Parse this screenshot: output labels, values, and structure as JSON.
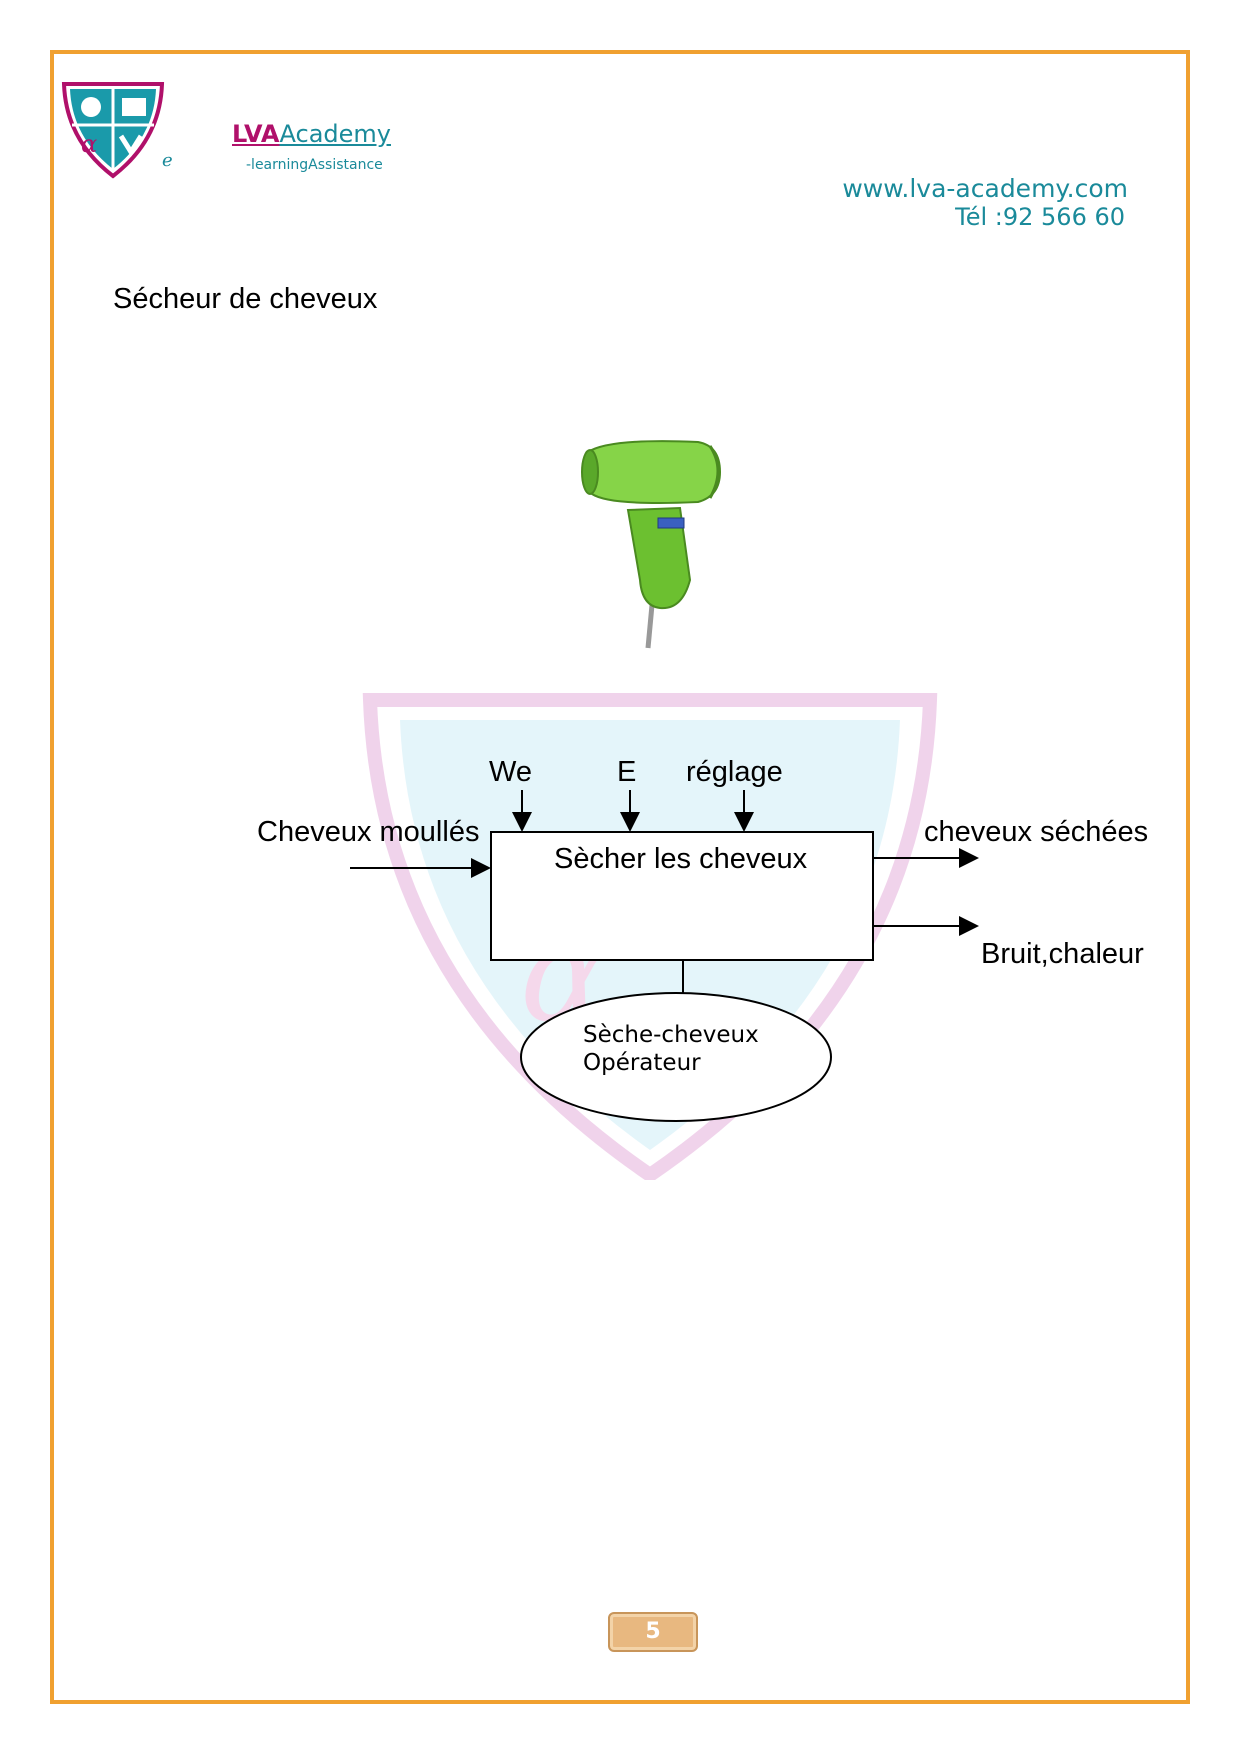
{
  "header": {
    "brand_lva": "LVA",
    "brand_academy": "Academy",
    "tagline": "-learningAssistance",
    "logo_letter": "e",
    "website": "www.lva-academy.com",
    "phone": "Tél :92 566 60"
  },
  "title": "Sécheur de cheveux",
  "image": {
    "subject": "hair-dryer",
    "color": "#7ecb3a"
  },
  "diagram": {
    "function": "Sècher les cheveux",
    "controls": [
      "We",
      "E",
      "réglage"
    ],
    "input": "Cheveux moullés",
    "outputs": [
      "cheveux séchées",
      "Bruit,chaleur"
    ],
    "support": [
      "Sèche-cheveux",
      "Opérateur"
    ]
  },
  "footer": {
    "page_number": "5"
  },
  "colors": {
    "frame": "#f0a030",
    "brand_teal": "#1a8a9a",
    "brand_magenta": "#b0106a"
  }
}
